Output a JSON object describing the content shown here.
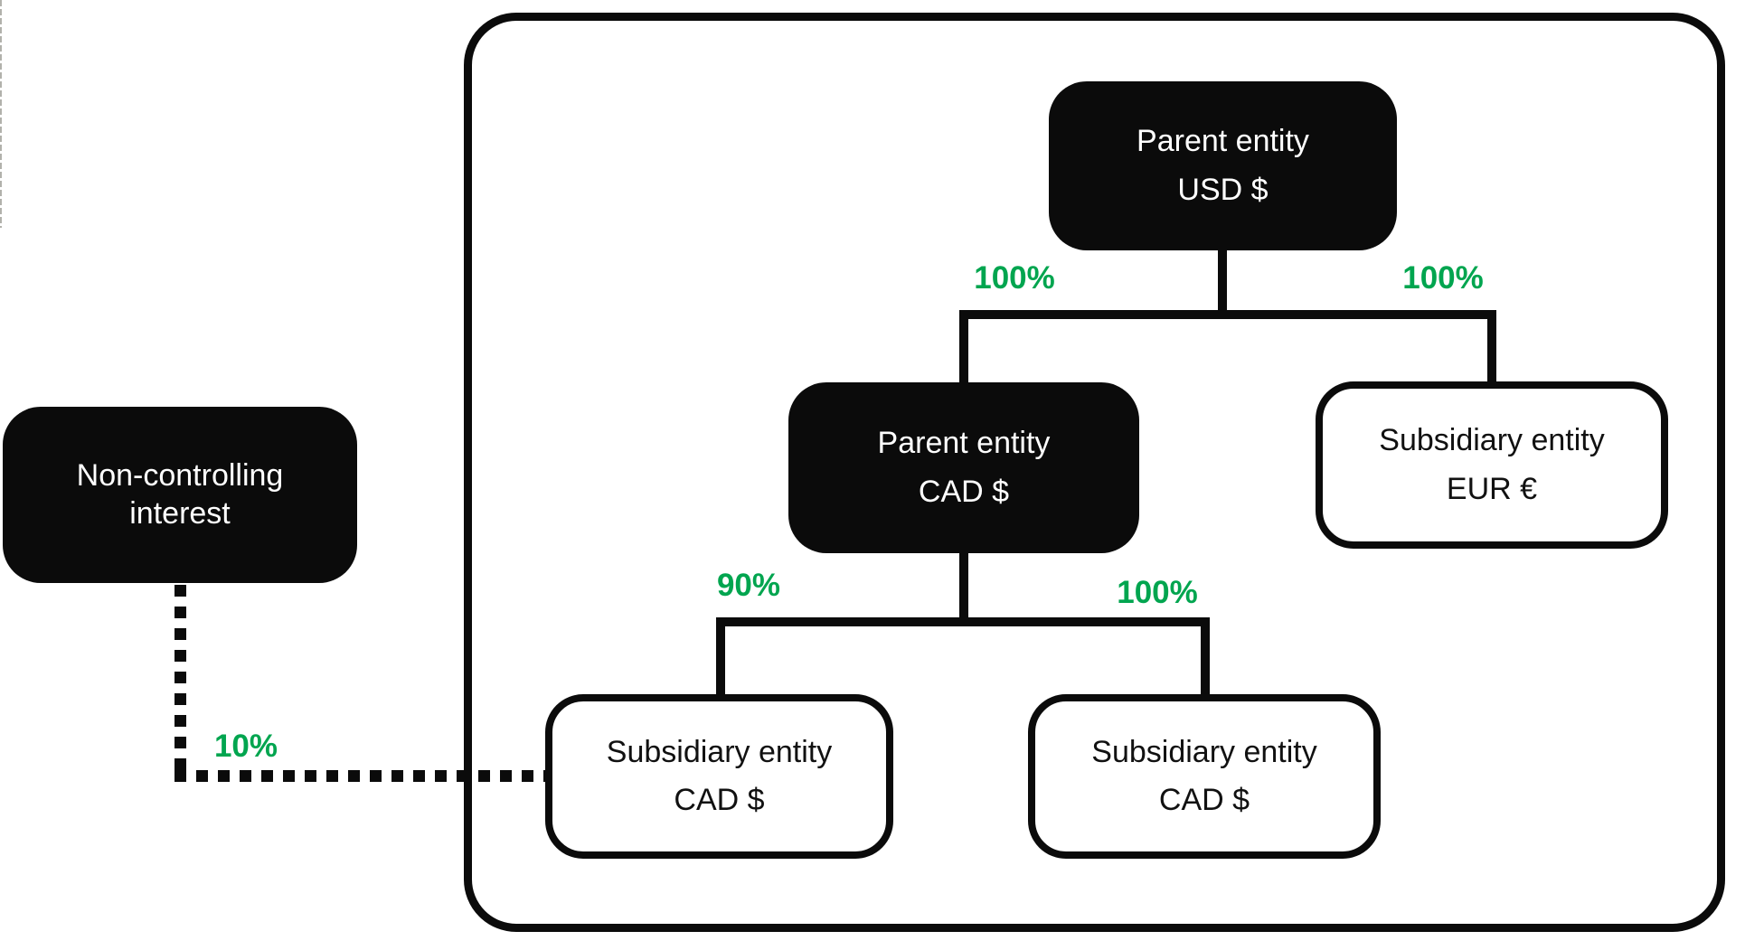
{
  "diagram": {
    "description": "Group structure chart with parent and subsidiary entities, functional currencies and ownership percentages",
    "colors": {
      "accent_green": "#00A54F",
      "node_fill_black": "#0b0b0b",
      "node_fill_white": "#ffffff",
      "line_color": "#0b0b0b",
      "background": "#ffffff"
    },
    "nodes": {
      "parent_usd": {
        "line1": "Parent entity",
        "line2": "USD $"
      },
      "parent_cad": {
        "line1": "Parent entity",
        "line2": "CAD $"
      },
      "sub_eur": {
        "line1": "Subsidiary entity",
        "line2": "EUR €"
      },
      "sub_cad_left": {
        "line1": "Subsidiary entity",
        "line2": "CAD $"
      },
      "sub_cad_right": {
        "line1": "Subsidiary entity",
        "line2": "CAD $"
      },
      "nci": {
        "line1": "Non-controlling",
        "line2": "interest"
      }
    },
    "edges": {
      "usd_to_cad": {
        "label": "100%",
        "style": "solid"
      },
      "usd_to_eur": {
        "label": "100%",
        "style": "solid"
      },
      "cad_to_sub_left": {
        "label": "90%",
        "style": "solid"
      },
      "cad_to_sub_right": {
        "label": "100%",
        "style": "solid"
      },
      "nci_to_sub_left": {
        "label": "10%",
        "style": "dotted"
      }
    }
  }
}
